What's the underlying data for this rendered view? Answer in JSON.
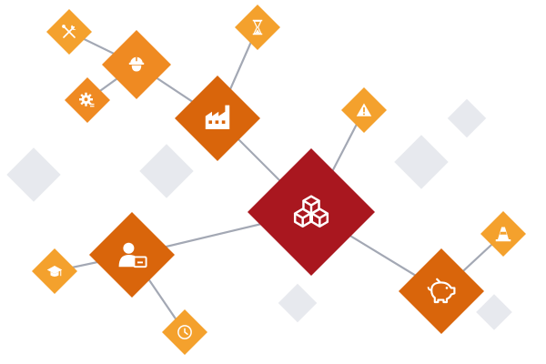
{
  "palette": {
    "hub": "#a9171f",
    "dark_orange": "#d9650b",
    "orange": "#ef8a22",
    "light_orange": "#f4a12d",
    "edge": "#a3a8b4",
    "decor": "#e7e9ee",
    "icon": "#ffffff"
  },
  "nodes": [
    {
      "id": "hub",
      "icon": "cubes-icon",
      "tone": "hub"
    },
    {
      "id": "factory",
      "icon": "factory-icon",
      "tone": "dark_orange"
    },
    {
      "id": "worker",
      "icon": "hard-hat-worker-icon",
      "tone": "orange"
    },
    {
      "id": "tools",
      "icon": "tools-icon",
      "tone": "light_orange"
    },
    {
      "id": "settings",
      "icon": "gear-settings-icon",
      "tone": "orange"
    },
    {
      "id": "hourglass",
      "icon": "hourglass-icon",
      "tone": "light_orange"
    },
    {
      "id": "warning",
      "icon": "warning-icon",
      "tone": "light_orange"
    },
    {
      "id": "employee",
      "icon": "employee-badge-icon",
      "tone": "dark_orange"
    },
    {
      "id": "education",
      "icon": "graduation-cap-icon",
      "tone": "light_orange"
    },
    {
      "id": "clock",
      "icon": "clock-icon",
      "tone": "light_orange"
    },
    {
      "id": "savings",
      "icon": "piggy-bank-icon",
      "tone": "dark_orange"
    },
    {
      "id": "safety",
      "icon": "traffic-cone-icon",
      "tone": "light_orange"
    }
  ],
  "edges": [
    [
      "hub",
      "factory"
    ],
    [
      "hub",
      "warning"
    ],
    [
      "hub",
      "employee"
    ],
    [
      "hub",
      "savings"
    ],
    [
      "factory",
      "worker"
    ],
    [
      "factory",
      "hourglass"
    ],
    [
      "worker",
      "tools"
    ],
    [
      "worker",
      "settings"
    ],
    [
      "employee",
      "education"
    ],
    [
      "employee",
      "clock"
    ],
    [
      "savings",
      "safety"
    ]
  ]
}
